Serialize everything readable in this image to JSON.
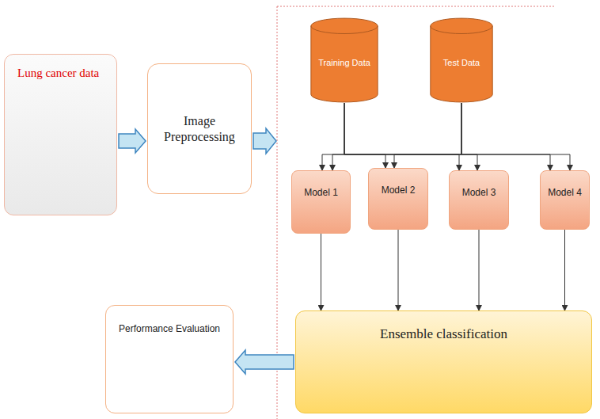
{
  "diagram": {
    "nodes": [
      {
        "text": [
          "Lung cancer data"
        ]
      },
      {
        "text": [
          "Image Preprocessing"
        ]
      },
      {
        "text": [
          "Training Data"
        ]
      },
      {
        "text": [
          "Test Data"
        ]
      },
      {
        "text": [
          "Model 1"
        ]
      },
      {
        "text": [
          "Model 2"
        ]
      },
      {
        "text": [
          "Model 3"
        ]
      },
      {
        "text": [
          "Model 4"
        ]
      },
      {
        "text": [
          "Ensemble classification"
        ]
      },
      {
        "text": [
          "Performance Evaluation"
        ]
      }
    ],
    "edges": [
      {
        "from": 0,
        "to": 1,
        "arrow": "to"
      },
      {
        "from": 2,
        "to": 4,
        "arrow": "to"
      },
      {
        "from": 2,
        "to": 5,
        "arrow": "to"
      },
      {
        "from": 2,
        "to": 6,
        "arrow": "to"
      },
      {
        "from": 2,
        "to": 7,
        "arrow": "to"
      },
      {
        "from": 3,
        "to": 4,
        "arrow": "to"
      },
      {
        "from": 3,
        "to": 5,
        "arrow": "to"
      },
      {
        "from": 3,
        "to": 6,
        "arrow": "to"
      },
      {
        "from": 3,
        "to": 7,
        "arrow": "to"
      },
      {
        "from": 4,
        "to": 8,
        "arrow": "to"
      },
      {
        "from": 5,
        "to": 8,
        "arrow": "to"
      },
      {
        "from": 6,
        "to": 8,
        "arrow": "to"
      },
      {
        "from": 7,
        "to": 8,
        "arrow": "to"
      },
      {
        "from": 8,
        "to": 9,
        "arrow": "to"
      }
    ]
  }
}
